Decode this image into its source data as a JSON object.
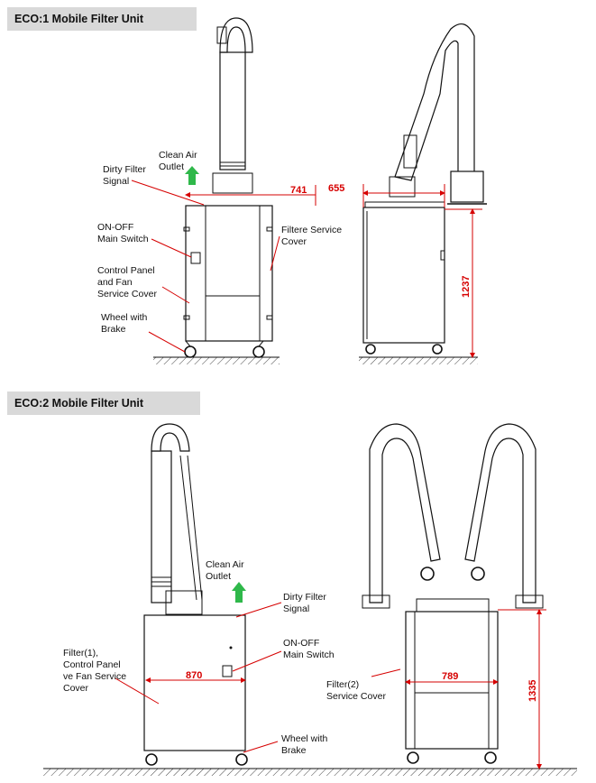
{
  "sections": [
    {
      "title": "ECO:1 Mobile Filter Unit",
      "labels": {
        "clean_air_outlet": [
          "Clean Air",
          "Outlet"
        ],
        "dirty_filter_signal": [
          "Dirty Filter",
          "Signal"
        ],
        "on_off_main_switch": [
          "ON-OFF",
          "Main Switch"
        ],
        "control_panel": [
          "Control Panel",
          "and Fan",
          "Service Cover"
        ],
        "wheel_with_brake": [
          "Wheel with",
          "Brake"
        ],
        "filter_service_cover": [
          "Filtere Service",
          "Cover"
        ]
      },
      "dimensions": {
        "width_side": "741",
        "width_front": "655",
        "height": "1237"
      }
    },
    {
      "title": "ECO:2 Mobile Filter Unit",
      "labels": {
        "clean_air_outlet": [
          "Clean Air",
          "Outlet"
        ],
        "dirty_filter_signal": [
          "Dirty Filter",
          "Signal"
        ],
        "on_off_main_switch": [
          "ON-OFF",
          "Main Switch"
        ],
        "filter_control_panel": [
          "Filter(1),",
          "Control Panel",
          "ve Fan Service",
          "Cover"
        ],
        "wheel_with_brake": [
          "Wheel with",
          "Brake"
        ],
        "filter2_service_cover": [
          "Filter(2)",
          "Service Cover"
        ]
      },
      "dimensions": {
        "width_side": "870",
        "width_front": "789",
        "height": "1335"
      }
    }
  ],
  "colors": {
    "dimension": "#d60000",
    "arrow": "#2fb84a",
    "header_bg": "#d9d9d9"
  }
}
